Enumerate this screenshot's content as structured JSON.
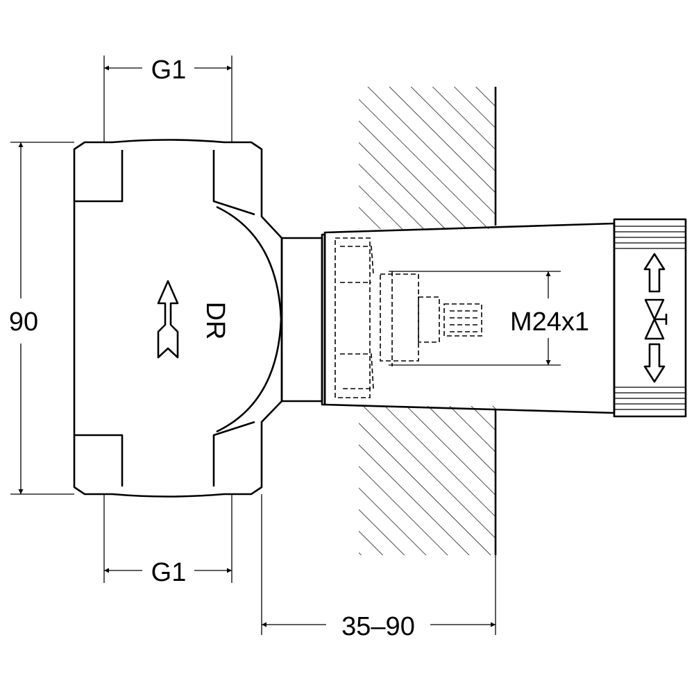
{
  "dimensions": {
    "top_port": "G1",
    "bottom_port": "G1",
    "height": "90",
    "wall_depth": "35–90",
    "thread": "M24x1"
  },
  "body_marking": "DR",
  "colors": {
    "line": "#000000",
    "background": "#ffffff"
  }
}
